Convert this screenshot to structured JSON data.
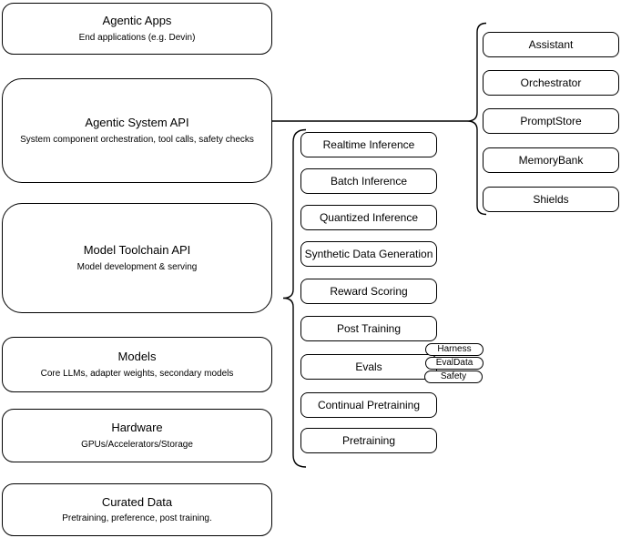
{
  "colors": {
    "background": "#ffffff",
    "node_fill": "#ffffff",
    "stroke": "#000000",
    "text": "#000000"
  },
  "left_stack": [
    {
      "title": "Agentic Apps",
      "subtitle": "End applications (e.g. Devin)"
    },
    {
      "title": "Agentic System API",
      "subtitle": "System component orchestration, tool calls, safety checks"
    },
    {
      "title": "Model Toolchain API",
      "subtitle": "Model development & serving"
    },
    {
      "title": "Models",
      "subtitle": "Core LLMs, adapter weights, secondary models"
    },
    {
      "title": "Hardware",
      "subtitle": "GPUs/Accelerators/Storage"
    },
    {
      "title": "Curated Data",
      "subtitle": "Pretraining, preference, post training."
    }
  ],
  "toolchain_items": [
    "Realtime Inference",
    "Batch Inference",
    "Quantized Inference",
    "Synthetic Data Generation",
    "Reward Scoring",
    "Post Training",
    "Evals",
    "Continual Pretraining",
    "Pretraining"
  ],
  "evals_tags": [
    "Harness",
    "EvalData",
    "Safety"
  ],
  "system_components": [
    "Assistant",
    "Orchestrator",
    "PromptStore",
    "MemoryBank",
    "Shields"
  ]
}
